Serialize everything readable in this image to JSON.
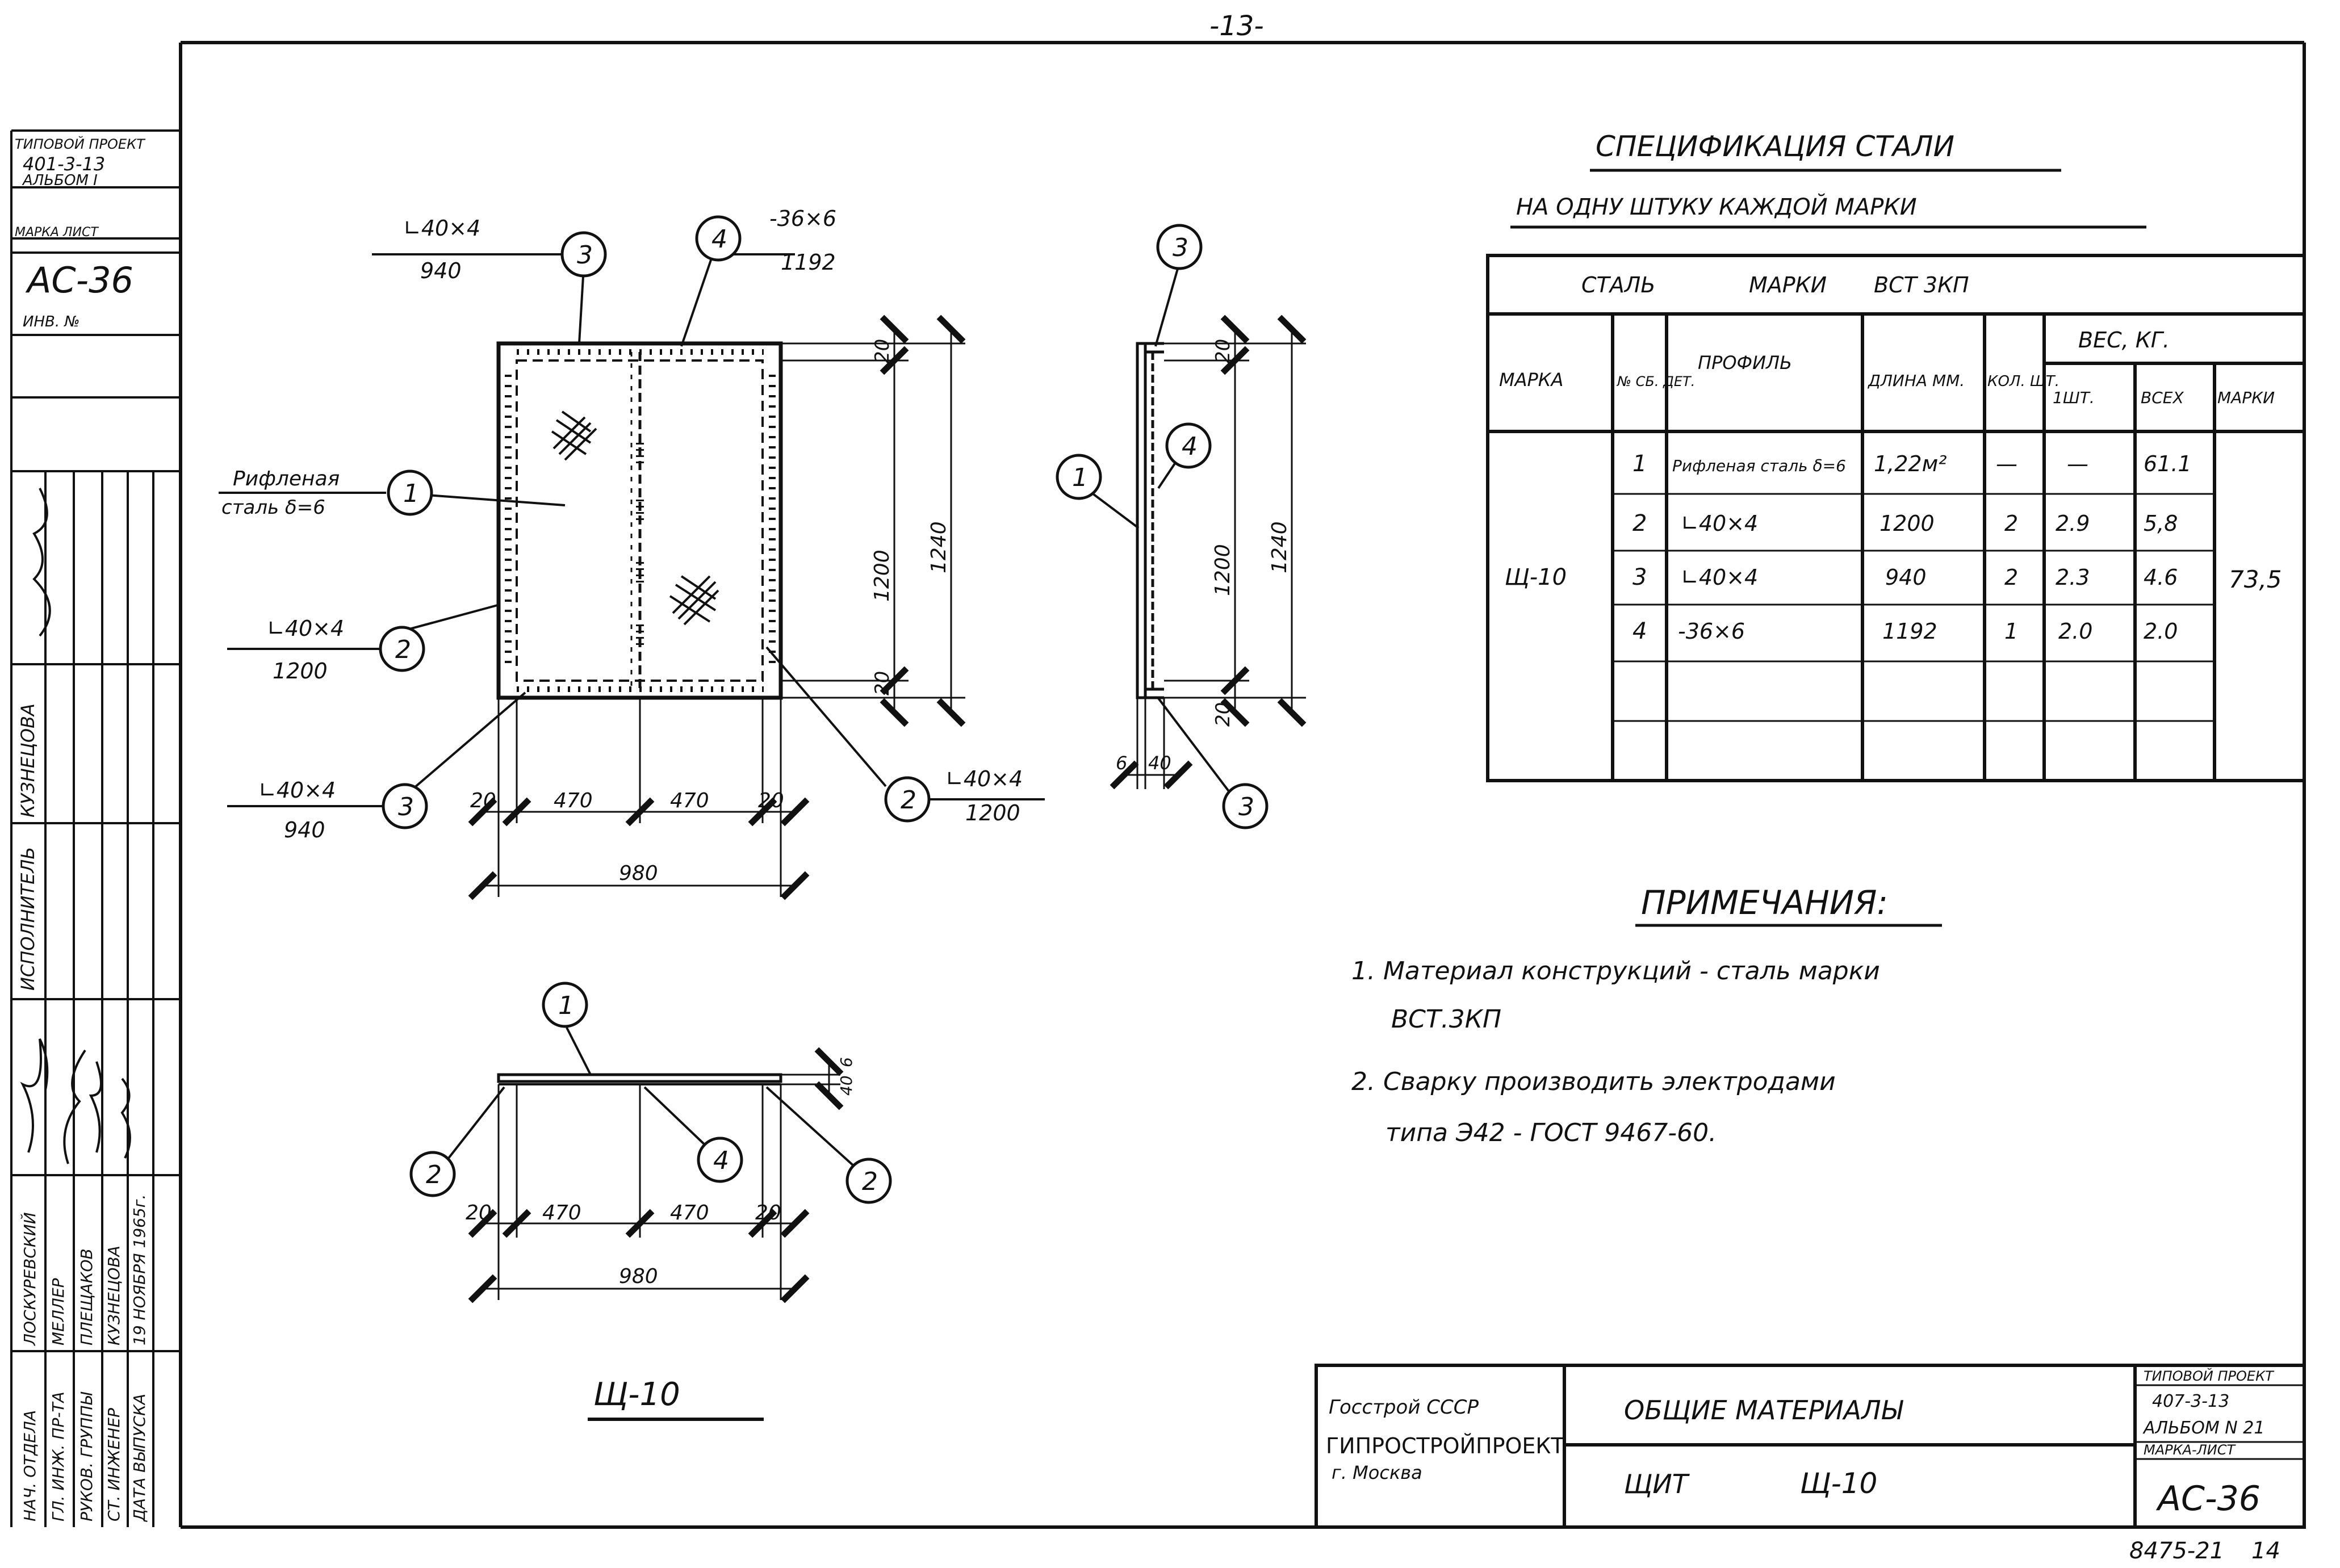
{
  "page_number": "-13-",
  "left_stamp": {
    "project": "ТИПОВОЙ ПРОЕКТ",
    "code": "401-3-13",
    "album": "АЛЬБОМ I",
    "sheet_label": "МАРКА ЛИСТ",
    "sheet": "АС-36",
    "inv": "ИНВ. №",
    "roles": [
      "НАЧ. ОТДЕЛА",
      "ГЛ. ИНЖ. ПР-ТА",
      "РУКОВ. ГРУППЫ",
      "СТ. ИНЖЕНЕР",
      "ДАТА ВЫПУСКА"
    ],
    "names": [
      "ЛОСКУРЕВСКИЙ",
      "МЕЛЛЕР",
      "ПЛЕЩАКОВ",
      "КУЗНЕЦОВА",
      "19 НОЯБРЯ 1965г."
    ],
    "executor_label": "ИСПОЛНИТЕЛЬ",
    "executor": "КУЗНЕЦОВА"
  },
  "plan_view": {
    "callouts": [
      {
        "num": "3",
        "profile": "∟40×4",
        "length": "940"
      },
      {
        "num": "4",
        "profile": "-36×6",
        "length": "1192"
      },
      {
        "num": "1",
        "profile": "Рифленая",
        "length": "сталь δ=6"
      },
      {
        "num": "2",
        "profile": "∟40×4",
        "length": "1200"
      },
      {
        "num": "3",
        "profile": "∟40×4",
        "length": "940"
      },
      {
        "num": "2",
        "profile": "∟40×4",
        "length": "1200"
      }
    ],
    "dims": {
      "h1": "20",
      "h2": "470",
      "h3": "470",
      "h4": "20",
      "total": "980",
      "v1": "20",
      "v2": "1200",
      "v3": "20",
      "vtotal": "1240"
    }
  },
  "side_view": {
    "callouts": [
      "3",
      "1",
      "4",
      "3"
    ],
    "dims": {
      "v1": "20",
      "v2": "1200",
      "v3": "20",
      "vtotal": "1240",
      "b1": "6",
      "b2": "40"
    }
  },
  "section_view": {
    "callouts": [
      "1",
      "2",
      "4",
      "2"
    ],
    "dims": {
      "h1": "20",
      "h2": "470",
      "h3": "470",
      "h4": "20",
      "total": "980",
      "t1": "40",
      "t2": "6"
    },
    "mark_title": "Щ-10"
  },
  "spec": {
    "title": "СПЕЦИФИКАЦИЯ СТАЛИ",
    "subtitle": "НА ОДНУ ШТУКУ КАЖДОЙ МАРКИ",
    "steel_row": {
      "a": "СТАЛЬ",
      "b": "МАРКИ",
      "c": "ВСТ 3КП"
    },
    "headers": {
      "mark": "МАРКА",
      "num": "№ СБ. ДЕТ.",
      "profile": "ПРОФИЛЬ",
      "length": "ДЛИНА ММ.",
      "qty": "КОЛ. ШТ.",
      "weight": "ВЕС, КГ.",
      "per": "1ШТ.",
      "all": "ВСЕХ",
      "marks": "МАРКИ"
    },
    "mark": "Щ-10",
    "total": "73,5",
    "rows": [
      {
        "num": "1",
        "profile": "Рифленая сталь δ=6",
        "length": "1,22м²",
        "qty": "—",
        "per": "—",
        "all": "61.1"
      },
      {
        "num": "2",
        "profile": "∟40×4",
        "length": "1200",
        "qty": "2",
        "per": "2.9",
        "all": "5,8"
      },
      {
        "num": "3",
        "profile": "∟40×4",
        "length": "940",
        "qty": "2",
        "per": "2.3",
        "all": "4.6"
      },
      {
        "num": "4",
        "profile": "-36×6",
        "length": "1192",
        "qty": "1",
        "per": "2.0",
        "all": "2.0"
      }
    ]
  },
  "notes": {
    "title": "ПРИМЕЧАНИЯ:",
    "line1": "1. Материал конструкций - сталь марки",
    "line2": "ВСТ.3КП",
    "line3": "2. Сварку производить электродами",
    "line4": "типа Э42 - ГОСТ 9467-60."
  },
  "title_block": {
    "org1": "Госстрой СССР",
    "org2": "ГИПРОСТРОЙПРОЕКТ",
    "org3": "г. Москва",
    "name1": "ОБЩИЕ МАТЕРИАЛЫ",
    "name2a": "ЩИТ",
    "name2b": "Щ-10",
    "r_project": "ТИПОВОЙ ПРОЕКТ",
    "r_code": "407-3-13",
    "r_album": "АЛЬБОМ N 21",
    "r_sheet_label": "МАРКА-ЛИСТ",
    "r_sheet": "АС-36"
  },
  "archive_code": "8475-21",
  "archive_sub": "14"
}
